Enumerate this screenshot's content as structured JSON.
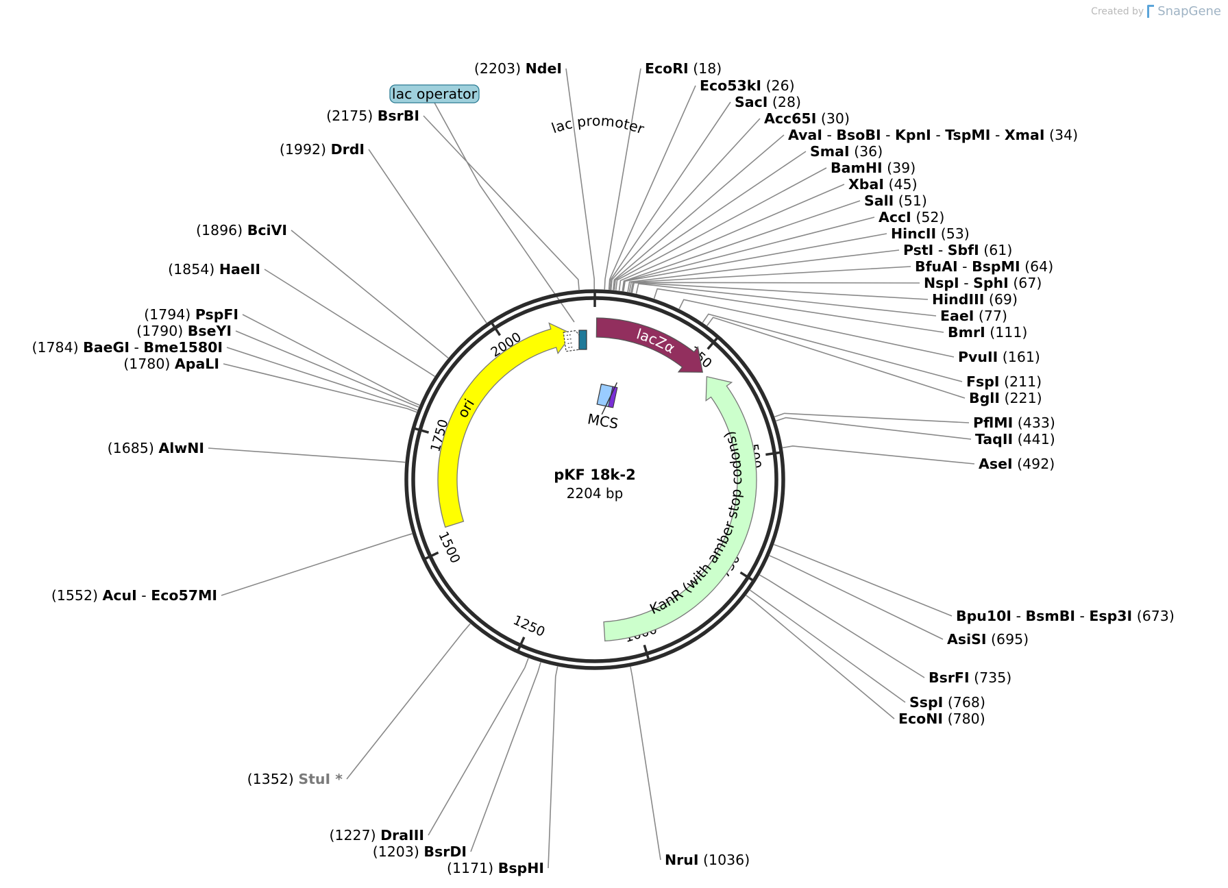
{
  "credit": {
    "created_by": "Created by",
    "brand": "SnapGene"
  },
  "plasmid": {
    "name": "pKF 18k-2",
    "size": "2204 bp"
  },
  "ticks": [
    "250",
    "500",
    "750",
    "1000",
    "1250",
    "1500",
    "1750",
    "2000"
  ],
  "features": {
    "lacZa": "lacZα",
    "kanr": "KanR (with amber stop codons)",
    "ori": "ori",
    "lac_promoter": "lac promoter",
    "lac_operator": "lac operator",
    "mcs": "MCS"
  },
  "colors": {
    "backbone": "#2b2b2b",
    "lacZa": "#922f5e",
    "kanr": "#ccffcc",
    "ori": "#ffff00",
    "operator_box": "#9fd0dc",
    "promoter_box": "#1f7a99",
    "mcs_box": "#99ccff",
    "mcs_band": "#7a2fd6",
    "leader": "#888888"
  },
  "sites": [
    {
      "pos": "(2203)",
      "names": [
        "NdeI"
      ]
    },
    {
      "pos": "(18)",
      "names": [
        "EcoRI"
      ]
    },
    {
      "pos": "(26)",
      "names": [
        "Eco53kI"
      ]
    },
    {
      "pos": "(28)",
      "names": [
        "SacI"
      ]
    },
    {
      "pos": "(30)",
      "names": [
        "Acc65I"
      ]
    },
    {
      "pos": "(34)",
      "names": [
        "AvaI",
        "BsoBI",
        "KpnI",
        "TspMI",
        "XmaI"
      ]
    },
    {
      "pos": "(36)",
      "names": [
        "SmaI"
      ]
    },
    {
      "pos": "(39)",
      "names": [
        "BamHI"
      ]
    },
    {
      "pos": "(45)",
      "names": [
        "XbaI"
      ]
    },
    {
      "pos": "(51)",
      "names": [
        "SalI"
      ]
    },
    {
      "pos": "(52)",
      "names": [
        "AccI"
      ]
    },
    {
      "pos": "(53)",
      "names": [
        "HincII"
      ]
    },
    {
      "pos": "(61)",
      "names": [
        "PstI",
        "SbfI"
      ]
    },
    {
      "pos": "(64)",
      "names": [
        "BfuAI",
        "BspMI"
      ]
    },
    {
      "pos": "(67)",
      "names": [
        "NspI",
        "SphI"
      ]
    },
    {
      "pos": "(69)",
      "names": [
        "HindIII"
      ]
    },
    {
      "pos": "(77)",
      "names": [
        "EaeI"
      ]
    },
    {
      "pos": "(111)",
      "names": [
        "BmrI"
      ]
    },
    {
      "pos": "(161)",
      "names": [
        "PvuII"
      ]
    },
    {
      "pos": "(211)",
      "names": [
        "FspI"
      ]
    },
    {
      "pos": "(221)",
      "names": [
        "BglI"
      ]
    },
    {
      "pos": "(433)",
      "names": [
        "PflMI"
      ]
    },
    {
      "pos": "(441)",
      "names": [
        "TaqII"
      ]
    },
    {
      "pos": "(492)",
      "names": [
        "AseI"
      ]
    },
    {
      "pos": "(673)",
      "names": [
        "Bpu10I",
        "BsmBI",
        "Esp3I"
      ]
    },
    {
      "pos": "(695)",
      "names": [
        "AsiSI"
      ]
    },
    {
      "pos": "(735)",
      "names": [
        "BsrFI"
      ]
    },
    {
      "pos": "(768)",
      "names": [
        "SspI"
      ]
    },
    {
      "pos": "(780)",
      "names": [
        "EcoNI"
      ]
    },
    {
      "pos": "(1036)",
      "names": [
        "NruI"
      ]
    },
    {
      "pos": "(1171)",
      "names": [
        "BspHI"
      ]
    },
    {
      "pos": "(1203)",
      "names": [
        "BsrDI"
      ]
    },
    {
      "pos": "(1227)",
      "names": [
        "DraIII"
      ]
    },
    {
      "pos": "(1352)",
      "names": [
        "StuI *"
      ],
      "dim": true
    },
    {
      "pos": "(1552)",
      "names": [
        "AcuI",
        "Eco57MI"
      ]
    },
    {
      "pos": "(1685)",
      "names": [
        "AlwNI"
      ]
    },
    {
      "pos": "(1780)",
      "names": [
        "ApaLI"
      ]
    },
    {
      "pos": "(1784)",
      "names": [
        "BaeGI",
        "Bme1580I"
      ]
    },
    {
      "pos": "(1790)",
      "names": [
        "BseYI"
      ]
    },
    {
      "pos": "(1794)",
      "names": [
        "PspFI"
      ]
    },
    {
      "pos": "(1854)",
      "names": [
        "HaeII"
      ]
    },
    {
      "pos": "(1896)",
      "names": [
        "BciVI"
      ]
    },
    {
      "pos": "(1992)",
      "names": [
        "DrdI"
      ]
    },
    {
      "pos": "(2175)",
      "names": [
        "BsrBI"
      ]
    }
  ]
}
